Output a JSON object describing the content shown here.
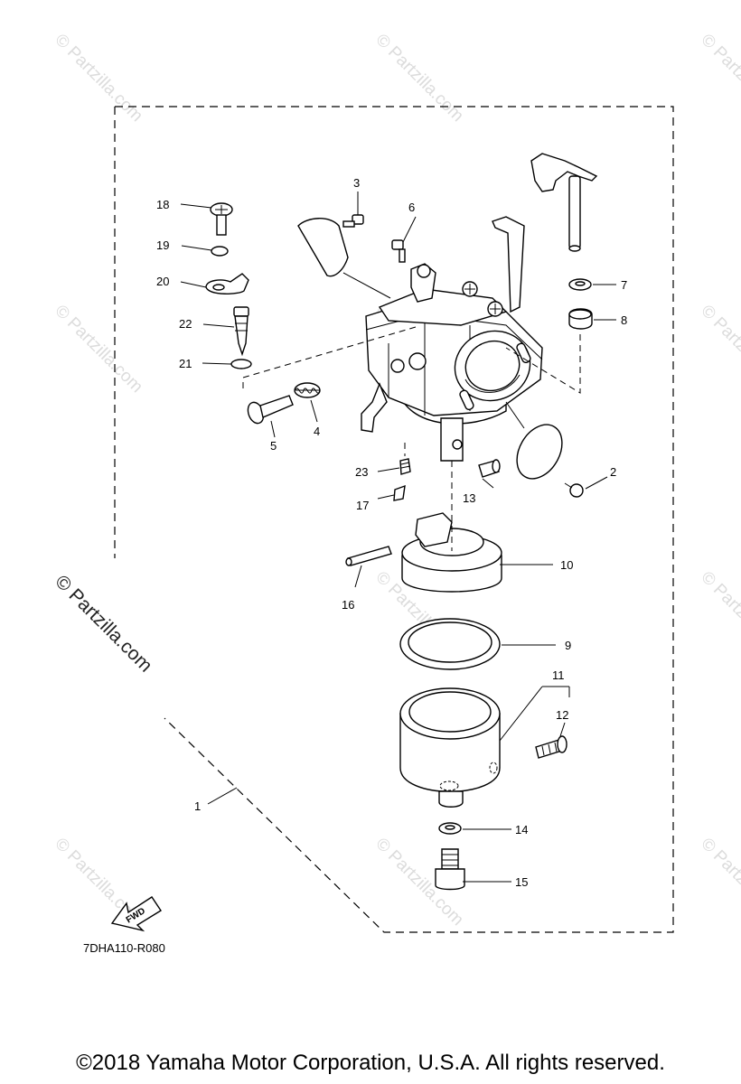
{
  "watermark": {
    "small_text": "© Partzilla.com",
    "large_text": "© Partzilla.com"
  },
  "diagram_code": "7DHA110-R080",
  "fwd_label": "FWD",
  "copyright": "©2018 Yamaha Motor Corporation, U.S.A. All rights reserved.",
  "callouts": [
    "1",
    "2",
    "3",
    "4",
    "5",
    "6",
    "7",
    "8",
    "9",
    "10",
    "11",
    "12",
    "13",
    "14",
    "15",
    "16",
    "17",
    "18",
    "19",
    "20",
    "21",
    "22",
    "23"
  ]
}
